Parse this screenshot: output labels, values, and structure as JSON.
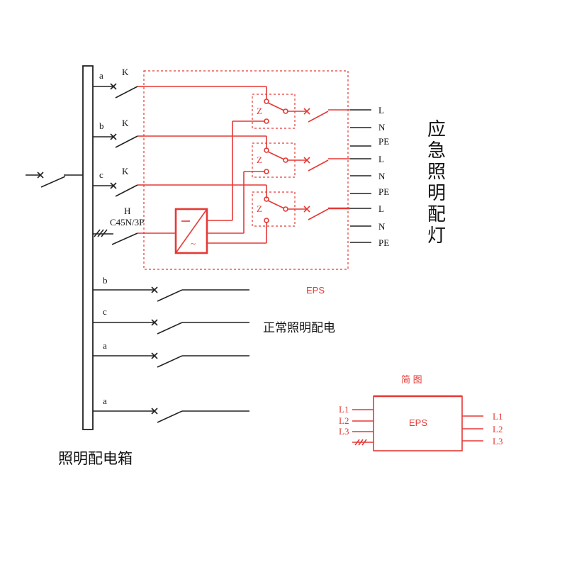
{
  "labels": {
    "phase_a_1": "a",
    "phase_b_1": "b",
    "phase_c_1": "c",
    "k1": "K",
    "k2": "K",
    "k3": "K",
    "h": "H",
    "breaker_model": "C45N/3P",
    "z1": "Z",
    "z2": "Z",
    "z3": "Z",
    "eps_below": "EPS",
    "normal_b": "b",
    "normal_c": "c",
    "normal_a": "a",
    "normal_a2": "a",
    "normal_lighting": "正常照明配电",
    "box_title": "照明配电箱",
    "emergency_title": [
      "应",
      "急",
      "照",
      "明",
      "配",
      "灯"
    ],
    "outputs": [
      "L",
      "N",
      "PE",
      "L",
      "N",
      "PE",
      "L",
      "N",
      "PE"
    ]
  },
  "simple": {
    "title": "简 图",
    "eps": "EPS",
    "in_l1": "L1",
    "in_l2": "L2",
    "in_l3": "L3",
    "out_l1": "L1",
    "out_l2": "L2",
    "out_l3": "L3"
  },
  "colors": {
    "line_black": "#222222",
    "line_red": "#e53935"
  }
}
